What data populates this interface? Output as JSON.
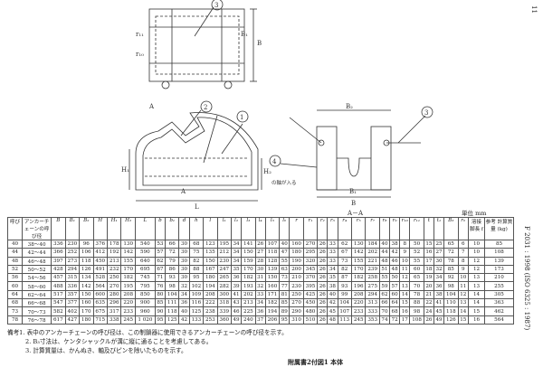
{
  "page_number": "11",
  "side_header": "F 2031 : 1998 (ISO 6325 : 1987)",
  "drawing": {
    "callouts": [
      "1",
      "2",
      "3",
      "4"
    ],
    "pin_note": "の軸が入る",
    "section_label": "A－A",
    "section_mark": "A"
  },
  "unit_label": "単位 mm",
  "table": {
    "headers": [
      "呼び",
      "アンカーチェーンの呼び径",
      "B",
      "B₁",
      "B₂",
      "H",
      "H₁",
      "H₂",
      "L",
      "b",
      "b₁",
      "d",
      "h",
      "l",
      "l₁",
      "l₂",
      "l₃",
      "l₄",
      "l₅",
      "l₆",
      "r",
      "r₁",
      "r₂",
      "r₃",
      "r₄",
      "r₅",
      "r₇",
      "r₈",
      "r₉",
      "r₁₀",
      "r₁₁",
      "t",
      "t₁",
      "B₃",
      "r₆",
      "溶接脚長 f",
      "参考 計算質量 (kg)"
    ],
    "rows": [
      [
        "40",
        "38～40",
        "336",
        "230",
        "96",
        "376",
        "178",
        "130",
        "540",
        "53",
        "66",
        "30",
        "68",
        "123",
        "195",
        "34",
        "141",
        "26",
        "107",
        "40",
        "160",
        "270",
        "26",
        "33",
        "62",
        "130",
        "184",
        "40",
        "38",
        "8",
        "50",
        "15",
        "25",
        "65",
        "6",
        "10",
        "85"
      ],
      [
        "44",
        "42～44",
        "366",
        "252",
        "106",
        "412",
        "192",
        "142",
        "590",
        "57",
        "72",
        "30",
        "75",
        "135",
        "212",
        "34",
        "150",
        "27",
        "118",
        "47",
        "180",
        "295",
        "26",
        "33",
        "67",
        "142",
        "202",
        "44",
        "42",
        "9",
        "52",
        "16",
        "27",
        "72",
        "7",
        "10",
        "108"
      ],
      [
        "48",
        "46～48",
        "397",
        "273",
        "118",
        "450",
        "213",
        "155",
        "640",
        "62",
        "79",
        "30",
        "82",
        "150",
        "230",
        "34",
        "159",
        "28",
        "128",
        "55",
        "190",
        "320",
        "26",
        "33",
        "73",
        "155",
        "221",
        "48",
        "46",
        "10",
        "55",
        "17",
        "30",
        "78",
        "8",
        "12",
        "139"
      ],
      [
        "52",
        "50～52",
        "428",
        "294",
        "126",
        "491",
        "232",
        "170",
        "695",
        "67",
        "86",
        "30",
        "88",
        "167",
        "247",
        "35",
        "170",
        "30",
        "139",
        "63",
        "200",
        "345",
        "26",
        "34",
        "82",
        "170",
        "239",
        "51",
        "48",
        "11",
        "60",
        "18",
        "32",
        "85",
        "9",
        "12",
        "173"
      ],
      [
        "56",
        "54～56",
        "457",
        "315",
        "134",
        "528",
        "250",
        "182",
        "745",
        "71",
        "93",
        "30",
        "95",
        "180",
        "265",
        "36",
        "182",
        "31",
        "150",
        "73",
        "210",
        "370",
        "26",
        "35",
        "87",
        "182",
        "258",
        "55",
        "50",
        "12",
        "65",
        "19",
        "34",
        "92",
        "10",
        "13",
        "210"
      ],
      [
        "60",
        "58～60",
        "488",
        "336",
        "142",
        "564",
        "270",
        "195",
        "795",
        "76",
        "98",
        "32",
        "102",
        "194",
        "282",
        "39",
        "193",
        "32",
        "160",
        "77",
        "230",
        "395",
        "26",
        "38",
        "93",
        "196",
        "275",
        "59",
        "57",
        "13",
        "70",
        "20",
        "36",
        "98",
        "11",
        "13",
        "255"
      ],
      [
        "64",
        "62～64",
        "517",
        "357",
        "150",
        "600",
        "280",
        "208",
        "850",
        "80",
        "104",
        "34",
        "109",
        "208",
        "300",
        "41",
        "202",
        "33",
        "171",
        "81",
        "250",
        "425",
        "26",
        "40",
        "99",
        "208",
        "294",
        "62",
        "60",
        "14",
        "78",
        "21",
        "38",
        "104",
        "12",
        "14",
        "305"
      ],
      [
        "68",
        "66～68",
        "547",
        "377",
        "160",
        "635",
        "296",
        "220",
        "900",
        "85",
        "111",
        "36",
        "116",
        "222",
        "318",
        "43",
        "213",
        "34",
        "182",
        "85",
        "270",
        "450",
        "26",
        "42",
        "104",
        "220",
        "313",
        "66",
        "64",
        "15",
        "88",
        "22",
        "41",
        "110",
        "13",
        "14",
        "363"
      ],
      [
        "73",
        "70～73",
        "582",
        "402",
        "170",
        "675",
        "317",
        "233",
        "960",
        "90",
        "118",
        "40",
        "125",
        "238",
        "339",
        "46",
        "225",
        "36",
        "194",
        "89",
        "290",
        "480",
        "26",
        "45",
        "107",
        "233",
        "333",
        "70",
        "68",
        "16",
        "98",
        "24",
        "45",
        "118",
        "14",
        "15",
        "462"
      ],
      [
        "78",
        "76～78",
        "617",
        "427",
        "180",
        "715",
        "338",
        "245",
        "1 020",
        "95",
        "125",
        "42",
        "133",
        "253",
        "360",
        "49",
        "240",
        "37",
        "206",
        "95",
        "310",
        "510",
        "26",
        "48",
        "113",
        "245",
        "353",
        "74",
        "72",
        "17",
        "108",
        "26",
        "49",
        "126",
        "15",
        "16",
        "564"
      ]
    ]
  },
  "notes": [
    "備考1.  表中のアンカーチェーンの呼び径は、この制鎖器に使用できるアンカーチェーンの呼び径を示す。",
    "2.  B₃寸法は、ケンタシャックルが溝に縦に通ることを考慮してある。",
    "3.  計算質量は、かんぬき、軸及びピンを除いたものを示す。"
  ],
  "caption": "附属書2付図1  本体"
}
